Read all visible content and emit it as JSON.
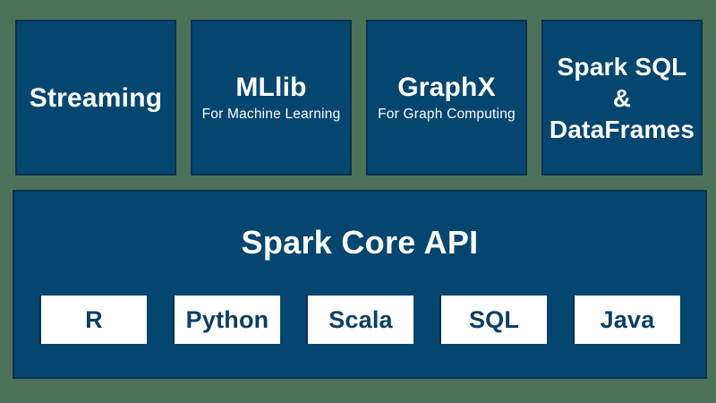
{
  "palette": {
    "background_green": "#4B7259",
    "box_blue": "#04466F",
    "box_border_navy": "#0B3150",
    "text_white": "#FFFFFF",
    "chip_text_navy": "#0D3E66"
  },
  "top_boxes": [
    {
      "title": "Streaming",
      "subtitle": ""
    },
    {
      "title": "MLlib",
      "subtitle": "For Machine Learning"
    },
    {
      "title": "GraphX",
      "subtitle": "For Graph Computing"
    },
    {
      "title": "Spark SQL & DataFrames",
      "subtitle": ""
    }
  ],
  "core": {
    "title": "Spark Core API",
    "languages": [
      {
        "label": "R"
      },
      {
        "label": "Python"
      },
      {
        "label": "Scala"
      },
      {
        "label": "SQL"
      },
      {
        "label": "Java"
      }
    ]
  }
}
